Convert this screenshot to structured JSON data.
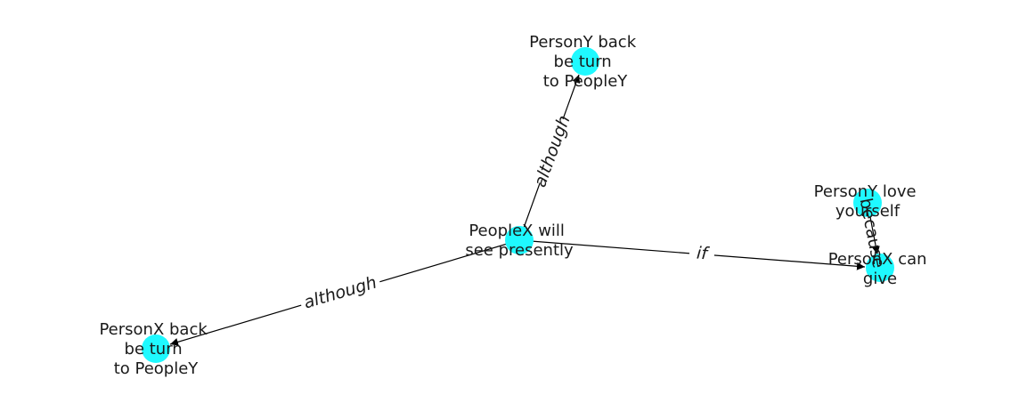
{
  "graph": {
    "node_color": "#1ff9ff",
    "edge_color": "#000000",
    "nodes": [
      {
        "id": "n1",
        "lines": [
          "PersonY back",
          "be turn",
          "to PeopleY"
        ]
      },
      {
        "id": "n2",
        "lines": [
          "PeopleX will",
          "see presently"
        ]
      },
      {
        "id": "n3",
        "lines": [
          "PersonX back",
          "be turn",
          "to PeopleY"
        ]
      },
      {
        "id": "n4",
        "lines": [
          "PersonY love",
          "yourself"
        ]
      },
      {
        "id": "n5",
        "lines": [
          "PersonX can",
          "give"
        ]
      }
    ],
    "edges": [
      {
        "from": "n2",
        "to": "n1",
        "label": "although"
      },
      {
        "from": "n2",
        "to": "n3",
        "label": "although"
      },
      {
        "from": "n2",
        "to": "n5",
        "label": "if"
      },
      {
        "from": "n4",
        "to": "n5",
        "label": "because"
      }
    ]
  }
}
